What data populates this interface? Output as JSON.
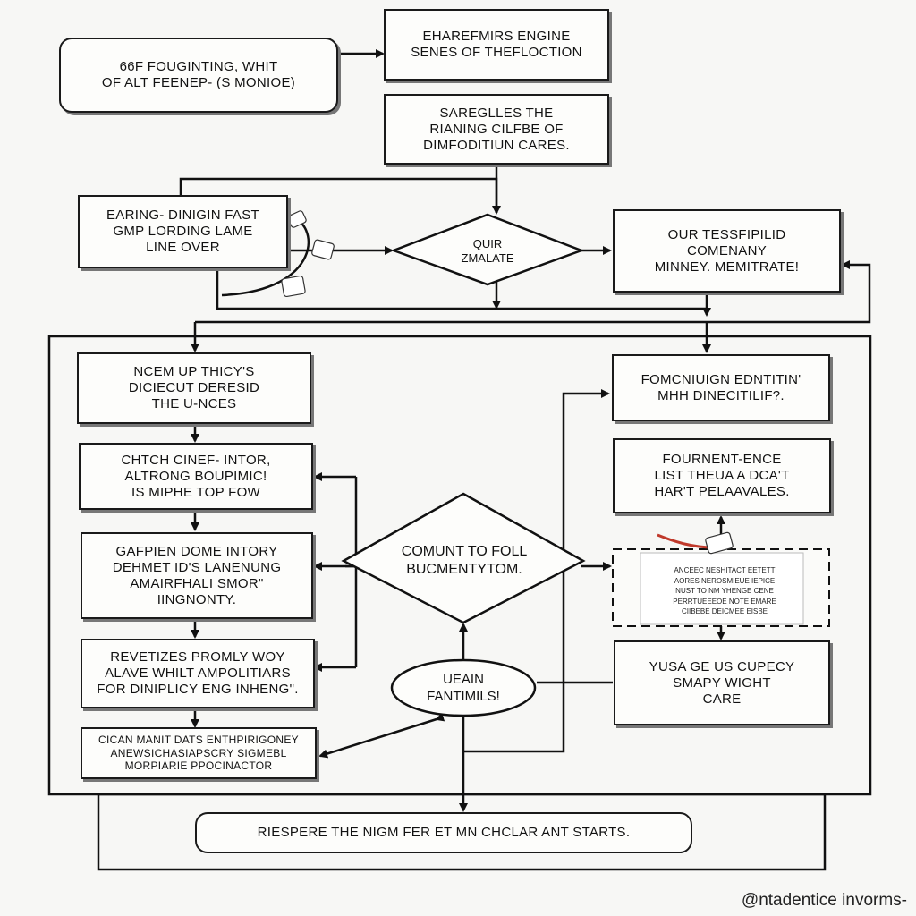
{
  "boxes": {
    "top_left": [
      "66F FOUGINTING, WHIT",
      "OF ALT FEENEP- (S MONIOE)"
    ],
    "top_right": [
      "EHAREFMIRS ENGINE",
      "SENES OF THEFLOCTION"
    ],
    "second_right": [
      "SAREGLLES THE",
      "RIANING CILFBE OF",
      "DIMFODITIUN CARES."
    ],
    "left_mid": [
      "EARING- DINIGIN FAST",
      "GMP LORDING LAME",
      "LINE OVER"
    ],
    "diamond_top": [
      "QUIR",
      "ZMALATE"
    ],
    "right_mid": [
      "OUR TESSFIPILID",
      "COMENANY",
      "MINNEY. MEMITRATE!"
    ],
    "col_left_1": [
      "NCEM UP THICY'S",
      "DICIECUT DERESID",
      "THE U-NCES"
    ],
    "col_left_2": [
      "CHTCH CINEF- INTOR,",
      "ALTRONG BOUPIMIC!",
      "IS MIPHE TOP FOW"
    ],
    "col_left_3": [
      "GAFPIEN DOME INTORY",
      "DEHMET ID'S LANENUNG",
      "AMAIRFHALI SMOR\"",
      "IINGNONTY."
    ],
    "col_left_4": [
      "REVETIZES PROMLY WOY",
      "ALAVE WHILT AMPOLITIARS",
      "FOR DINIPLICY ENG INHENG\"."
    ],
    "col_left_5": [
      "CICAN MANIT DATS ENTHPIRIGONEY",
      "ANEWSICHASIAPSCRY SIGMEBL",
      "MORPIARIE PPOCINACTOR"
    ],
    "diamond_center": [
      "COMUNT TO FOLL",
      "BUCMENTYTOM."
    ],
    "ellipse": [
      "UEAIN",
      "FANTIMILS!"
    ],
    "col_right_1": [
      "FOMCNIUIGN EDNTITIN'",
      "MHH DINECITILIF?."
    ],
    "col_right_2": [
      "FOURNENT-ENCE",
      "LIST THEUA A DCA'T",
      "HAR'T PELAAVALES."
    ],
    "col_right_4": [
      "YUSA GE US CUPECY",
      "SMAPY WIGHT",
      "CARE"
    ],
    "bottom": [
      "RIESPERE THE NIGM FER ET MN CHCLAR ANT STARTS."
    ]
  },
  "document_card": {
    "lines": [
      "ANCEEC NESHITACT EETETT",
      "AORES NEROSMIEUE IEPICE",
      "NUST TO NM YHENGE CENE",
      "PERRTUEEEOE NOTE EMARE",
      "CIIBEBE DEICMEE EISBE"
    ]
  },
  "watermark": "@ntadentice invorms-"
}
